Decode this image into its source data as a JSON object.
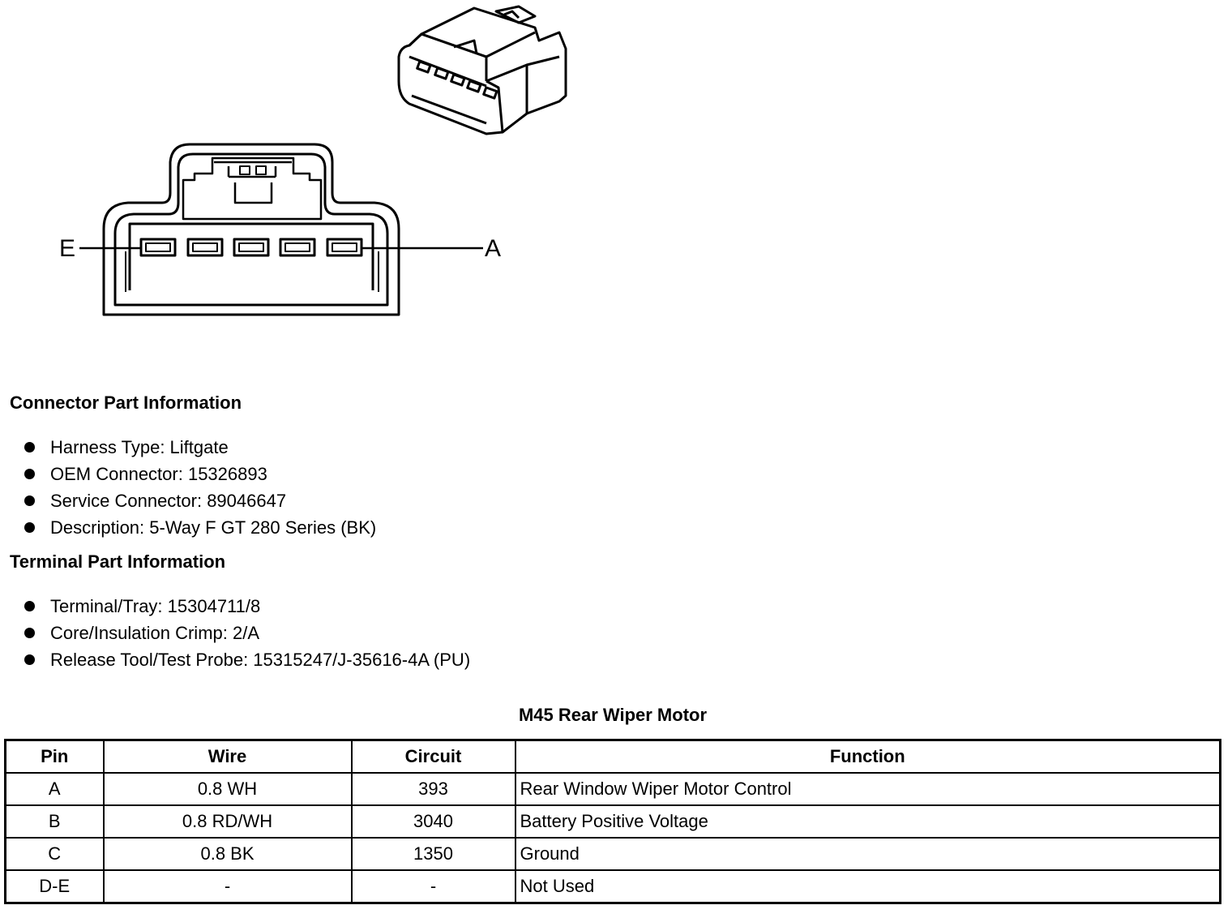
{
  "diagram": {
    "pin_labels": {
      "left": "E",
      "right": "A"
    }
  },
  "connector_info": {
    "title": "Connector Part Information",
    "items": [
      "Harness Type: Liftgate",
      "OEM Connector: 15326893",
      "Service Connector: 89046647",
      "Description: 5-Way F GT 280 Series (BK)"
    ]
  },
  "terminal_info": {
    "title": "Terminal Part Information",
    "items": [
      "Terminal/Tray: 15304711/8",
      "Core/Insulation Crimp: 2/A",
      "Release Tool/Test Probe: 15315247/J-35616-4A (PU)"
    ]
  },
  "table": {
    "title": "M45 Rear Wiper Motor",
    "headers": [
      "Pin",
      "Wire",
      "Circuit",
      "Function"
    ],
    "rows": [
      {
        "pin": "A",
        "wire": "0.8 WH",
        "circuit": "393",
        "function": "Rear Window Wiper Motor Control"
      },
      {
        "pin": "B",
        "wire": "0.8 RD/WH",
        "circuit": "3040",
        "function": "Battery Positive Voltage"
      },
      {
        "pin": "C",
        "wire": "0.8 BK",
        "circuit": "1350",
        "function": "Ground"
      },
      {
        "pin": "D-E",
        "wire": "-",
        "circuit": "-",
        "function": "Not Used"
      }
    ]
  }
}
